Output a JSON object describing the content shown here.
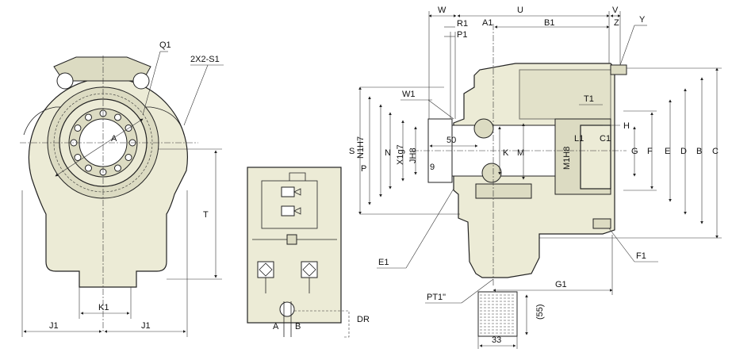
{
  "front_view": {
    "labels": {
      "q1": "Q1",
      "s1": "2X2-S1",
      "a": "A",
      "t": "T",
      "k1": "K1",
      "j1_left": "J1",
      "j1_right": "J1"
    }
  },
  "schematic": {
    "labels": {
      "a": "A",
      "b": "B",
      "dr": "DR"
    }
  },
  "side_view": {
    "labels": {
      "w": "W",
      "u": "U",
      "v": "V",
      "r1": "R1",
      "a1": "A1",
      "b1": "B1",
      "z": "Z",
      "p1": "P1",
      "y": "Y",
      "w1": "W1",
      "t1": "T1",
      "h": "H",
      "s": "S",
      "p": "P",
      "n1h7": "N1H7",
      "n": "N",
      "x1g7": "X1g7",
      "jh8": "JH8",
      "d50": "50",
      "k": "K",
      "m": "M",
      "m1h8": "M1H8",
      "l1": "L1",
      "c1": "C1",
      "g": "G",
      "f": "F",
      "e": "E",
      "d": "D",
      "b": "B",
      "c": "C",
      "d9": "9",
      "e1": "E1",
      "f1": "F1",
      "g1": "G1",
      "pt1": "PT1\"",
      "d55": "(55)",
      "d33": "33"
    }
  }
}
